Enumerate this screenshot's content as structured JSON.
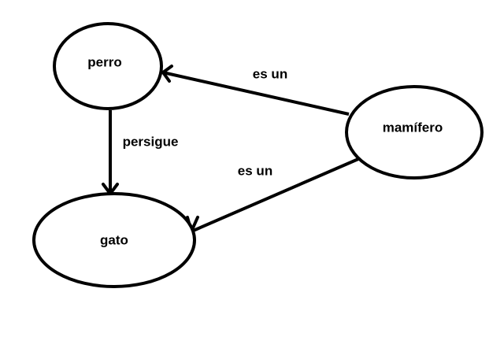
{
  "diagram": {
    "nodes": {
      "perro": {
        "label": "perro"
      },
      "mamifero": {
        "label": "mamífero"
      },
      "gato": {
        "label": "gato"
      }
    },
    "edges": {
      "mamifero_perro": {
        "label": "es un",
        "from": "mamífero",
        "to": "perro"
      },
      "mamifero_gato": {
        "label": "es un",
        "from": "mamífero",
        "to": "gato"
      },
      "perro_gato": {
        "label": "persigue",
        "from": "perro",
        "to": "gato"
      }
    },
    "colors": {
      "stroke": "#000000",
      "background": "#ffffff"
    }
  }
}
